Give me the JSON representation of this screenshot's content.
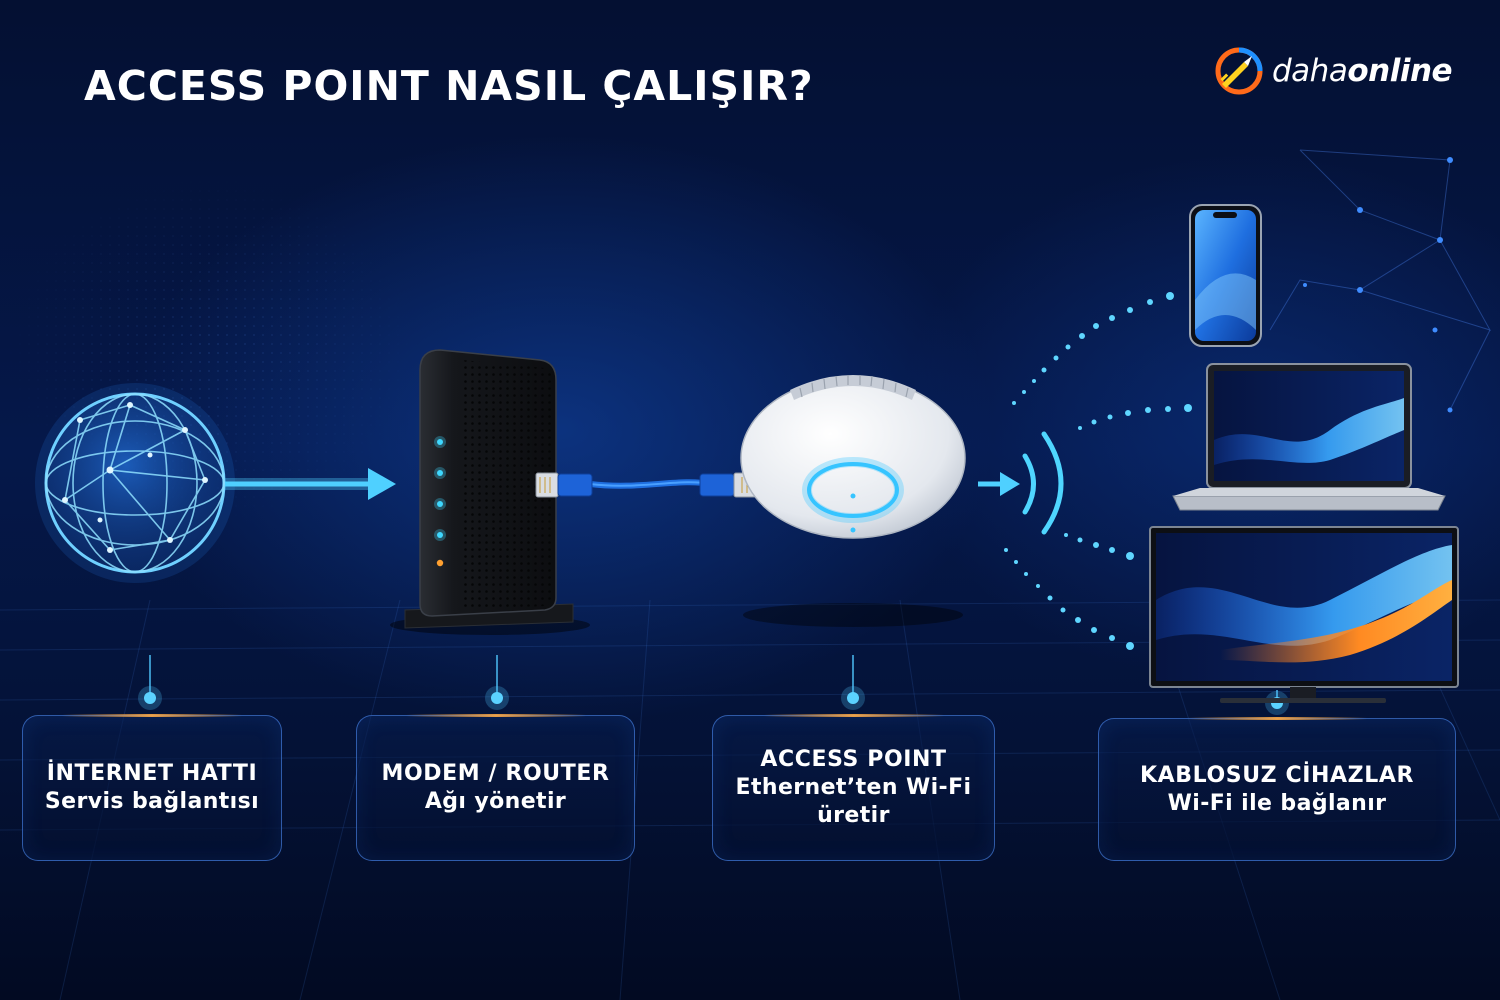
{
  "title": "ACCESS POINT NASIL ÇALIŞIR?",
  "brand": {
    "light": "daha",
    "bold": "online"
  },
  "cards": [
    {
      "title": "İNTERNET HATTI",
      "subtitle": "Servis bağlantısı"
    },
    {
      "title": "MODEM / ROUTER",
      "subtitle": "Ağı yönetir"
    },
    {
      "title": "ACCESS POINT",
      "subtitle": "Ethernet’ten Wi-Fi",
      "subtitle2": "üretir"
    },
    {
      "title": "KABLOSUZ CİHAZLAR",
      "subtitle": "Wi-Fi ile bağlanır"
    }
  ],
  "icons": [
    "globe-icon",
    "router-icon",
    "ethernet-cable-icon",
    "access-point-icon",
    "wifi-signal-icon",
    "smartphone-icon",
    "laptop-icon",
    "tv-icon",
    "brand-logo-icon"
  ],
  "colors": {
    "background": "#041236",
    "accent": "#38c8ff",
    "card_border": "#4682e6",
    "led_orange": "#ffa030"
  }
}
